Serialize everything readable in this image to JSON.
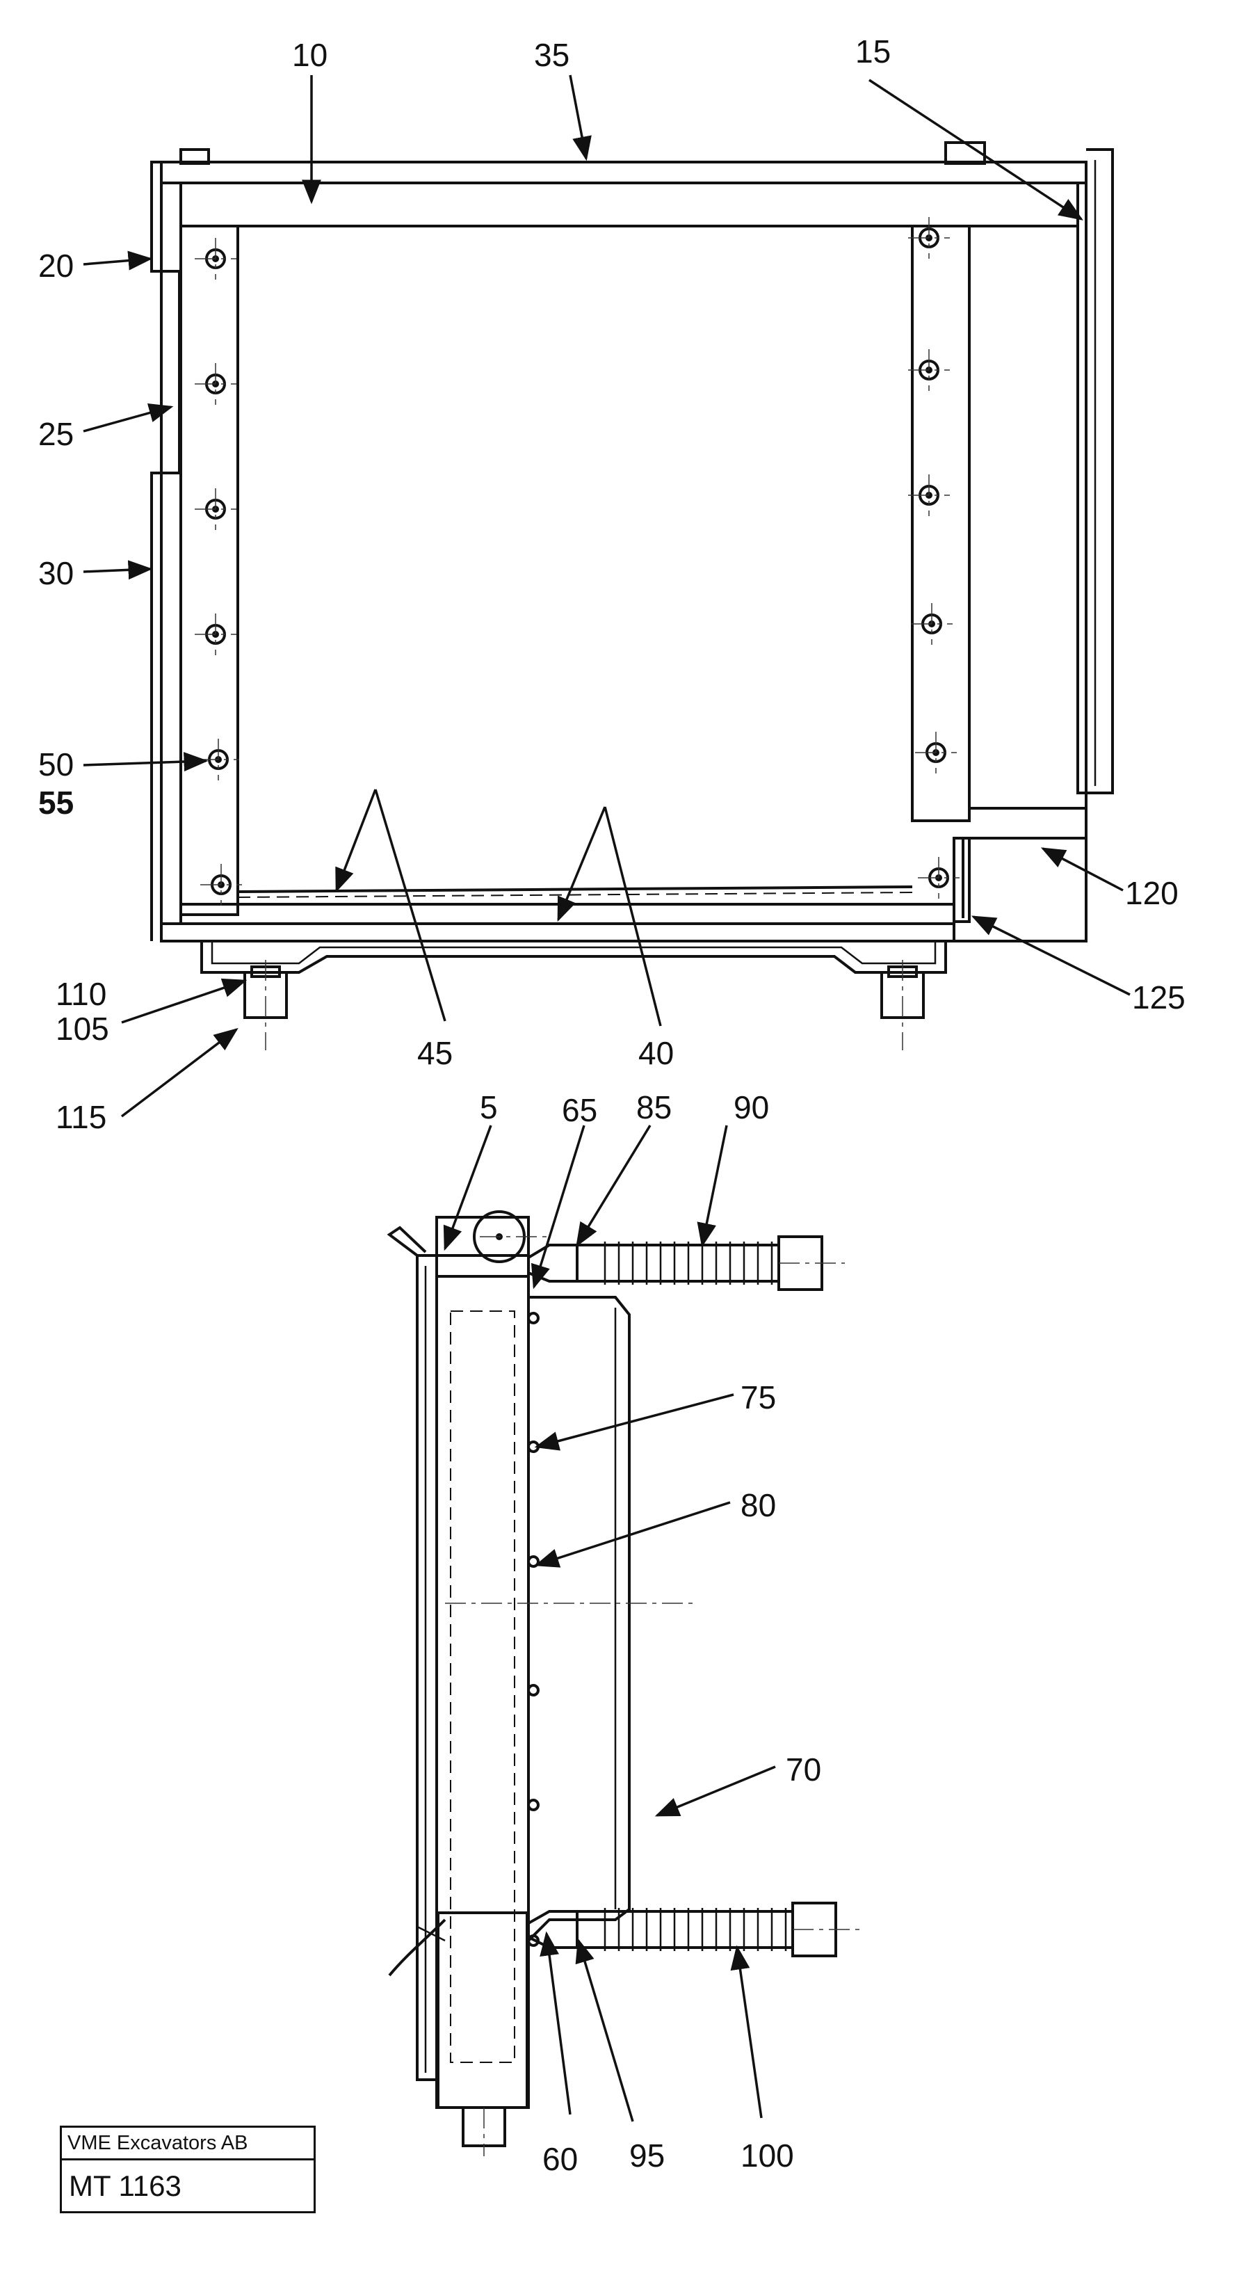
{
  "callouts": {
    "c5": "5",
    "c10": "10",
    "c15": "15",
    "c20": "20",
    "c25": "25",
    "c30": "30",
    "c35": "35",
    "c40": "40",
    "c45": "45",
    "c50": "50",
    "c55": "55",
    "c60": "60",
    "c65": "65",
    "c70": "70",
    "c75": "75",
    "c80": "80",
    "c85": "85",
    "c90": "90",
    "c95": "95",
    "c100": "100",
    "c105": "105",
    "c110": "110",
    "c115": "115",
    "c120": "120",
    "c125": "125"
  },
  "title_block": {
    "company": "VME Excavators AB",
    "drawing_no": "MT 1163"
  }
}
